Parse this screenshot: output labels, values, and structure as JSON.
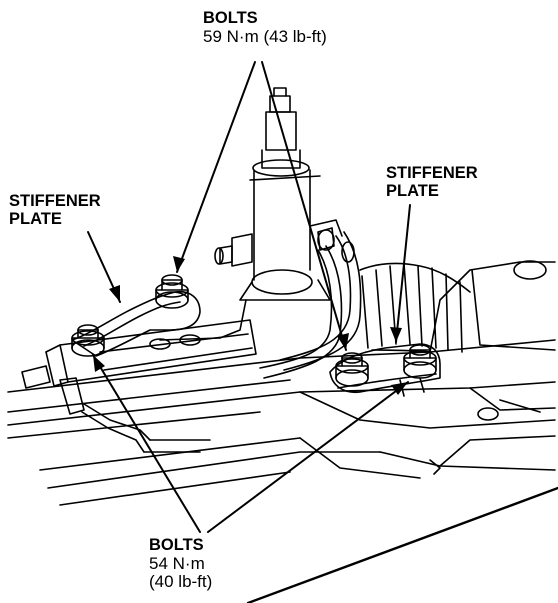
{
  "labels": {
    "top_bolts": {
      "title": "BOLTS",
      "spec": "59 N·m (43 lb-ft)"
    },
    "left_plate": {
      "line1": "STIFFENER",
      "line2": "PLATE"
    },
    "right_plate": {
      "line1": "STIFFENER",
      "line2": "PLATE"
    },
    "bottom_bolts": {
      "title": "BOLTS",
      "spec1": "54 N·m",
      "spec2": "(40 lb-ft)"
    }
  },
  "colors": {
    "ink": "#000000",
    "paper": "#ffffff"
  }
}
